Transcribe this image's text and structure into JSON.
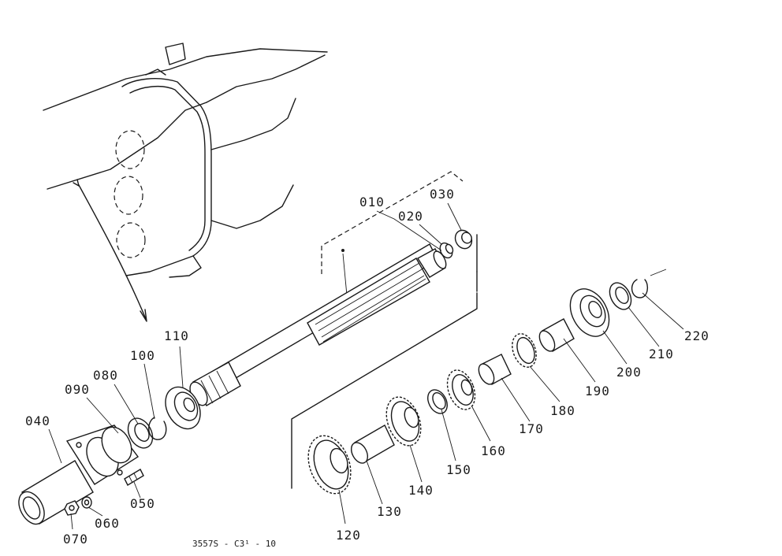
{
  "parts": [
    {
      "id": "p010",
      "label": "010"
    },
    {
      "id": "p020",
      "label": "020"
    },
    {
      "id": "p030",
      "label": "030"
    },
    {
      "id": "p040",
      "label": "040"
    },
    {
      "id": "p050",
      "label": "050"
    },
    {
      "id": "p060",
      "label": "060"
    },
    {
      "id": "p070",
      "label": "070"
    },
    {
      "id": "p080",
      "label": "080"
    },
    {
      "id": "p090",
      "label": "090"
    },
    {
      "id": "p100",
      "label": "100"
    },
    {
      "id": "p110",
      "label": "110"
    },
    {
      "id": "p120",
      "label": "120"
    },
    {
      "id": "p130",
      "label": "130"
    },
    {
      "id": "p140",
      "label": "140"
    },
    {
      "id": "p150",
      "label": "150"
    },
    {
      "id": "p160",
      "label": "160"
    },
    {
      "id": "p170",
      "label": "170"
    },
    {
      "id": "p180",
      "label": "180"
    },
    {
      "id": "p190",
      "label": "190"
    },
    {
      "id": "p200",
      "label": "200"
    },
    {
      "id": "p210",
      "label": "210"
    },
    {
      "id": "p220",
      "label": "220"
    }
  ],
  "drawing_ref": "3557S - C3¹ - 10"
}
